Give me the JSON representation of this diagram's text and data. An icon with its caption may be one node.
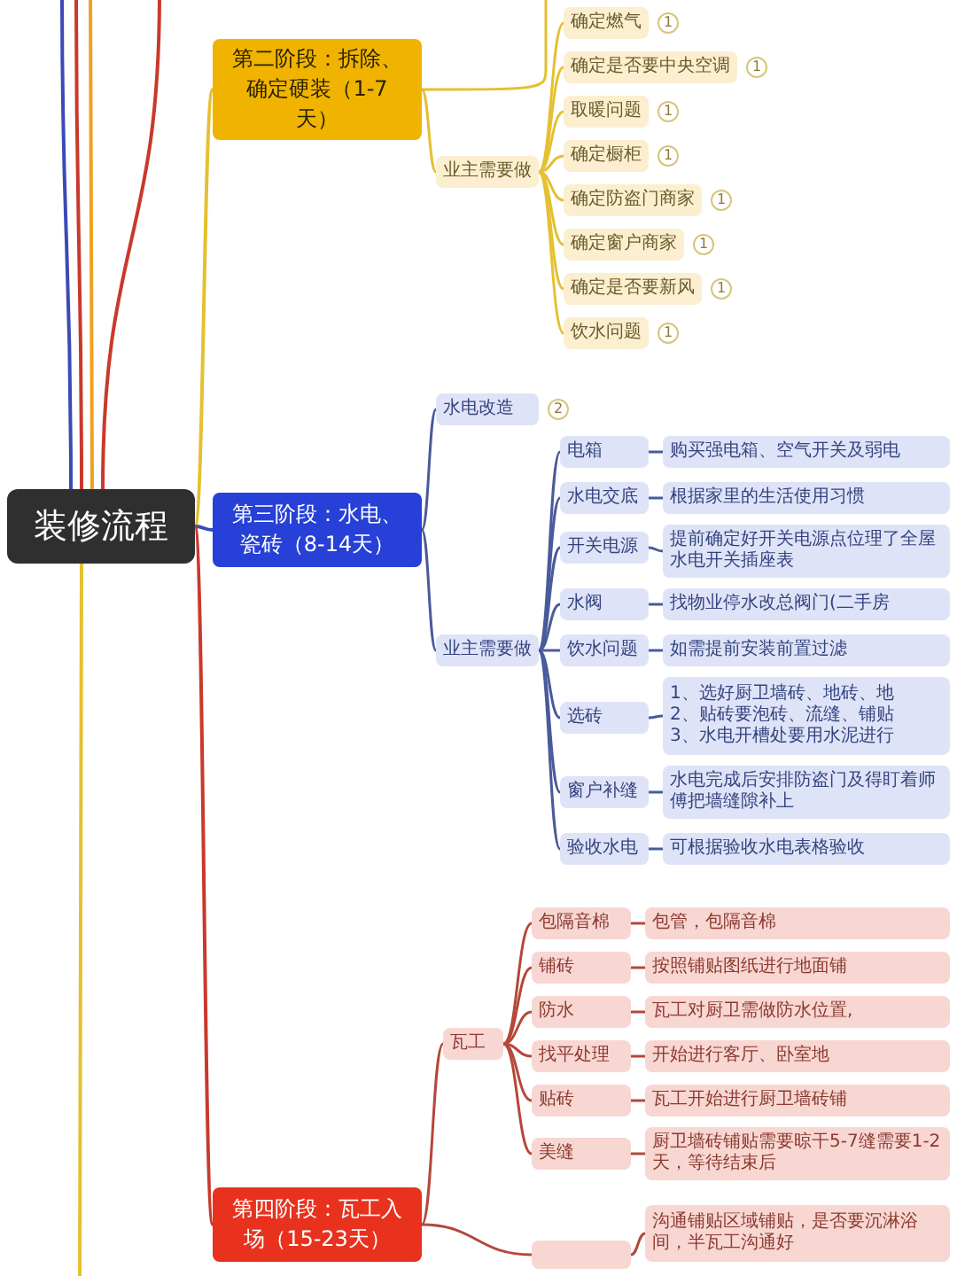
{
  "diagram": {
    "nodes": [
      {
        "text": [
          "装修流程"
        ]
      },
      {
        "text": [
          "第二阶段：拆除、确定硬装（1-7天）"
        ]
      },
      {
        "text": [
          "业主需要做"
        ]
      },
      {
        "text": [
          "确定燃气"
        ],
        "beside": [
          "1"
        ]
      },
      {
        "text": [
          "确定是否要中央空调"
        ],
        "beside": [
          "1"
        ]
      },
      {
        "text": [
          "取暖问题"
        ],
        "beside": [
          "1"
        ]
      },
      {
        "text": [
          "确定橱柜"
        ],
        "beside": [
          "1"
        ]
      },
      {
        "text": [
          "确定防盗门商家"
        ],
        "beside": [
          "1"
        ]
      },
      {
        "text": [
          "确定窗户商家"
        ],
        "beside": [
          "1"
        ]
      },
      {
        "text": [
          "确定是否要新风"
        ],
        "beside": [
          "1"
        ]
      },
      {
        "text": [
          "饮水问题"
        ],
        "beside": [
          "1"
        ]
      },
      {
        "text": [
          "第三阶段：水电、瓷砖（8-14天）"
        ]
      },
      {
        "text": [
          "水电改造"
        ],
        "beside": [
          "2"
        ]
      },
      {
        "text": [
          "业主需要做"
        ]
      },
      {
        "text": [
          "电箱"
        ]
      },
      {
        "text": [
          "购买强电箱、空气开关及弱电"
        ]
      },
      {
        "text": [
          "水电交底"
        ]
      },
      {
        "text": [
          "根据家里的生活使用习惯"
        ]
      },
      {
        "text": [
          "开关电源"
        ]
      },
      {
        "text": [
          "提前确定好开关电源点位理了全屋水电开关插座表"
        ]
      },
      {
        "text": [
          "水阀"
        ]
      },
      {
        "text": [
          "找物业停水改总阀门(二手房"
        ]
      },
      {
        "text": [
          "饮水问题"
        ]
      },
      {
        "text": [
          "如需提前安装前置过滤"
        ]
      },
      {
        "text": [
          "选砖"
        ]
      },
      {
        "text": [
          "1、选好厨卫墙砖、地砖、地",
          "2、贴砖要泡砖、流缝、铺贴",
          "3、水电开槽处要用水泥进行"
        ]
      },
      {
        "text": [
          "窗户补缝"
        ]
      },
      {
        "text": [
          "水电完成后安排防盗门及得盯着师傅把墙缝隙补上"
        ]
      },
      {
        "text": [
          "验收水电"
        ]
      },
      {
        "text": [
          "可根据验收水电表格验收"
        ]
      },
      {
        "text": [
          "第四阶段：瓦工入场（15-23天）"
        ]
      },
      {
        "text": [
          "瓦工"
        ]
      },
      {
        "text": [
          "包隔音棉"
        ]
      },
      {
        "text": [
          "包管，包隔音棉"
        ]
      },
      {
        "text": [
          "铺砖"
        ]
      },
      {
        "text": [
          "按照铺贴图纸进行地面铺"
        ]
      },
      {
        "text": [
          "防水"
        ]
      },
      {
        "text": [
          "瓦工对厨卫需做防水位置,"
        ]
      },
      {
        "text": [
          "找平处理"
        ]
      },
      {
        "text": [
          "开始进行客厅、卧室地"
        ]
      },
      {
        "text": [
          "贴砖"
        ]
      },
      {
        "text": [
          "瓦工开始进行厨卫墙砖铺"
        ]
      },
      {
        "text": [
          "美缝"
        ]
      },
      {
        "text": [
          "厨卫墙砖铺贴需要晾干5-7缝需要1-2天，等待结束后"
        ]
      },
      {
        "text": [],
        "shape": "box"
      },
      {
        "text": [
          "沟通铺贴区域铺贴，是否要沉淋浴间，半瓦工沟通好"
        ]
      }
    ],
    "edges": [
      {
        "from": 0,
        "to": null,
        "arrow": "none",
        "color": "#3b4ab5"
      },
      {
        "from": 0,
        "to": null,
        "arrow": "none",
        "color": "#c9392b"
      },
      {
        "from": 0,
        "to": null,
        "arrow": "none",
        "color": "#f0a020"
      },
      {
        "from": 0,
        "to": null,
        "arrow": "none",
        "color": "#c9392b"
      },
      {
        "from": 0,
        "to": 1,
        "arrow": "none",
        "color": "#e5c030"
      },
      {
        "from": 0,
        "to": 11,
        "arrow": "none",
        "color": "#3b4ab5"
      },
      {
        "from": 0,
        "to": 30,
        "arrow": "none",
        "color": "#c9392b"
      },
      {
        "from": 0,
        "to": null,
        "arrow": "none",
        "color": "#e5c030"
      },
      {
        "from": 1,
        "to": null,
        "arrow": "none",
        "color": "#e5c030"
      },
      {
        "from": 1,
        "to": 2,
        "arrow": "none",
        "color": "#e5c030"
      },
      {
        "from": 2,
        "to": 3,
        "arrow": "none",
        "color": "#e5c030"
      },
      {
        "from": 2,
        "to": 4,
        "arrow": "none",
        "color": "#e5c030"
      },
      {
        "from": 2,
        "to": 5,
        "arrow": "none",
        "color": "#e5c030"
      },
      {
        "from": 2,
        "to": 6,
        "arrow": "none",
        "color": "#e5c030"
      },
      {
        "from": 2,
        "to": 7,
        "arrow": "none",
        "color": "#e5c030"
      },
      {
        "from": 2,
        "to": 8,
        "arrow": "none",
        "color": "#e5c030"
      },
      {
        "from": 2,
        "to": 9,
        "arrow": "none",
        "color": "#e5c030"
      },
      {
        "from": 2,
        "to": 10,
        "arrow": "none",
        "color": "#e5c030"
      },
      {
        "from": 11,
        "to": 12,
        "arrow": "none",
        "color": "#4a5a9a"
      },
      {
        "from": 11,
        "to": 13,
        "arrow": "none",
        "color": "#4a5a9a"
      },
      {
        "from": 13,
        "to": 14,
        "arrow": "none",
        "color": "#4a5a9a"
      },
      {
        "from": 13,
        "to": 16,
        "arrow": "none",
        "color": "#4a5a9a"
      },
      {
        "from": 13,
        "to": 18,
        "arrow": "none",
        "color": "#4a5a9a"
      },
      {
        "from": 13,
        "to": 20,
        "arrow": "none",
        "color": "#4a5a9a"
      },
      {
        "from": 13,
        "to": 22,
        "arrow": "none",
        "color": "#4a5a9a"
      },
      {
        "from": 13,
        "to": 24,
        "arrow": "none",
        "color": "#4a5a9a"
      },
      {
        "from": 13,
        "to": 26,
        "arrow": "none",
        "color": "#4a5a9a"
      },
      {
        "from": 13,
        "to": 28,
        "arrow": "none",
        "color": "#4a5a9a"
      },
      {
        "from": 14,
        "to": 15,
        "arrow": "none",
        "color": "#4a5a9a"
      },
      {
        "from": 16,
        "to": 17,
        "arrow": "none",
        "color": "#4a5a9a"
      },
      {
        "from": 18,
        "to": 19,
        "arrow": "none",
        "color": "#4a5a9a"
      },
      {
        "from": 20,
        "to": 21,
        "arrow": "none",
        "color": "#4a5a9a"
      },
      {
        "from": 22,
        "to": 23,
        "arrow": "none",
        "color": "#4a5a9a"
      },
      {
        "from": 24,
        "to": 25,
        "arrow": "none",
        "color": "#4a5a9a"
      },
      {
        "from": 26,
        "to": 27,
        "arrow": "none",
        "color": "#4a5a9a"
      },
      {
        "from": 28,
        "to": 29,
        "arrow": "none",
        "color": "#4a5a9a"
      },
      {
        "from": 30,
        "to": 31,
        "arrow": "none",
        "color": "#b5473a"
      },
      {
        "from": 30,
        "to": 44,
        "arrow": "none",
        "color": "#b5473a"
      },
      {
        "from": 31,
        "to": 32,
        "arrow": "none",
        "color": "#b5473a"
      },
      {
        "from": 31,
        "to": 34,
        "arrow": "none",
        "color": "#b5473a"
      },
      {
        "from": 31,
        "to": 36,
        "arrow": "none",
        "color": "#b5473a"
      },
      {
        "from": 31,
        "to": 38,
        "arrow": "none",
        "color": "#b5473a"
      },
      {
        "from": 31,
        "to": 40,
        "arrow": "none",
        "color": "#b5473a"
      },
      {
        "from": 31,
        "to": 42,
        "arrow": "none",
        "color": "#b5473a"
      },
      {
        "from": 32,
        "to": 33,
        "arrow": "none",
        "color": "#b5473a"
      },
      {
        "from": 34,
        "to": 35,
        "arrow": "none",
        "color": "#b5473a"
      },
      {
        "from": 36,
        "to": 37,
        "arrow": "none",
        "color": "#b5473a"
      },
      {
        "from": 38,
        "to": 39,
        "arrow": "none",
        "color": "#b5473a"
      },
      {
        "from": 40,
        "to": 41,
        "arrow": "none",
        "color": "#b5473a"
      },
      {
        "from": 42,
        "to": 43,
        "arrow": "none",
        "color": "#b5473a"
      },
      {
        "from": 44,
        "to": 45,
        "arrow": "none",
        "color": "#b5473a"
      }
    ]
  }
}
